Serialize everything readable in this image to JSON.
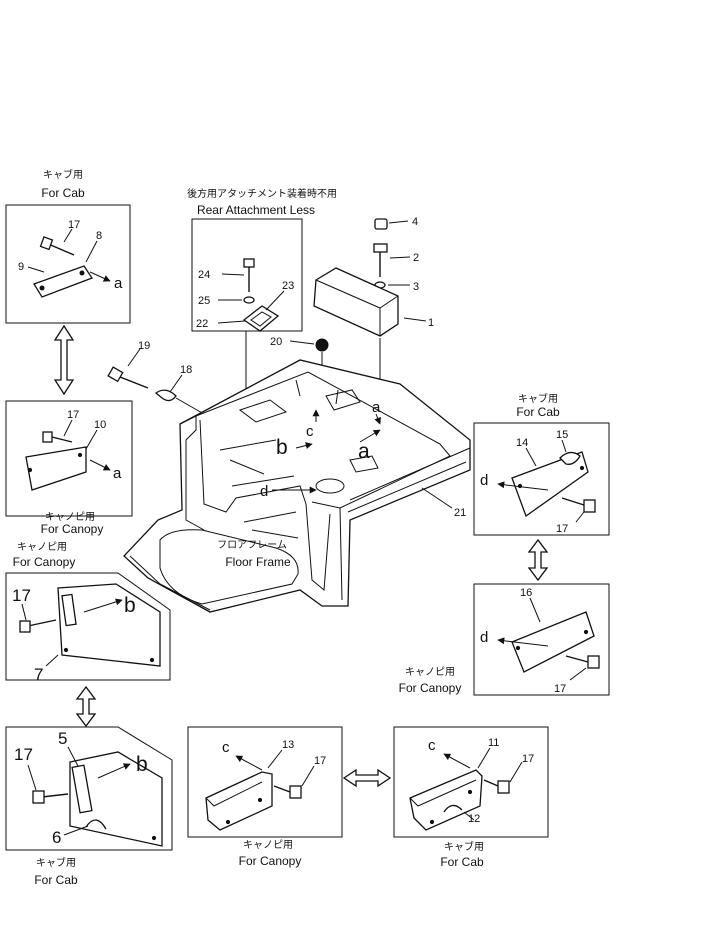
{
  "captions": {
    "cab_top_left_jp": "キャブ用",
    "cab_top_left_en": "For Cab",
    "rear_jp": "後方用アタッチメント装着時不用",
    "rear_en": "Rear Attachment Less",
    "canopy_mid_left_jp": "キャノピ用",
    "canopy_mid_left_en": "For Canopy",
    "canopy_left_jp": "キャノピ用",
    "canopy_left_en": "For Canopy",
    "cab_right_jp": "キャブ用",
    "cab_right_en": "For Cab",
    "floor_jp": "フロアフレーム",
    "floor_en": "Floor Frame",
    "canopy_right_jp": "キャノピ用",
    "canopy_right_en": "For Canopy",
    "cab_bottom_left_jp": "キャブ用",
    "cab_bottom_left_en": "For Cab",
    "canopy_bottom_mid_jp": "キャノピ用",
    "canopy_bottom_mid_en": "For Canopy",
    "cab_bottom_right_jp": "キャブ用",
    "cab_bottom_right_en": "For Cab"
  },
  "part_numbers": {
    "p1": "1",
    "p2": "2",
    "p3": "3",
    "p4": "4",
    "p5": "5",
    "p6": "6",
    "p7": "7",
    "p8": "8",
    "p9": "9",
    "p10": "10",
    "p11": "11",
    "p12": "12",
    "p13": "13",
    "p14": "14",
    "p15": "15",
    "p16": "16",
    "p17_a": "17",
    "p17_b": "17",
    "p17_c": "17",
    "p17_d": "17",
    "p17_e": "17",
    "p17_f": "17",
    "p17_g": "17",
    "p17_h": "17",
    "p18": "18",
    "p19": "19",
    "p20": "20",
    "p21": "21",
    "p22": "22",
    "p23": "23",
    "p24": "24",
    "p25": "25"
  },
  "ref_letters": {
    "a_cab": "a",
    "a_canopy": "a",
    "a_frame": "a",
    "a_frame2": "a",
    "b_canopy": "b",
    "b_cab": "b",
    "b_frame": "b",
    "c_canopy": "c",
    "c_cab": "c",
    "c_frame": "c",
    "d_cab": "d",
    "d_canopy": "d",
    "d_frame": "d"
  },
  "colors": {
    "line": "#111111",
    "background": "#ffffff"
  }
}
